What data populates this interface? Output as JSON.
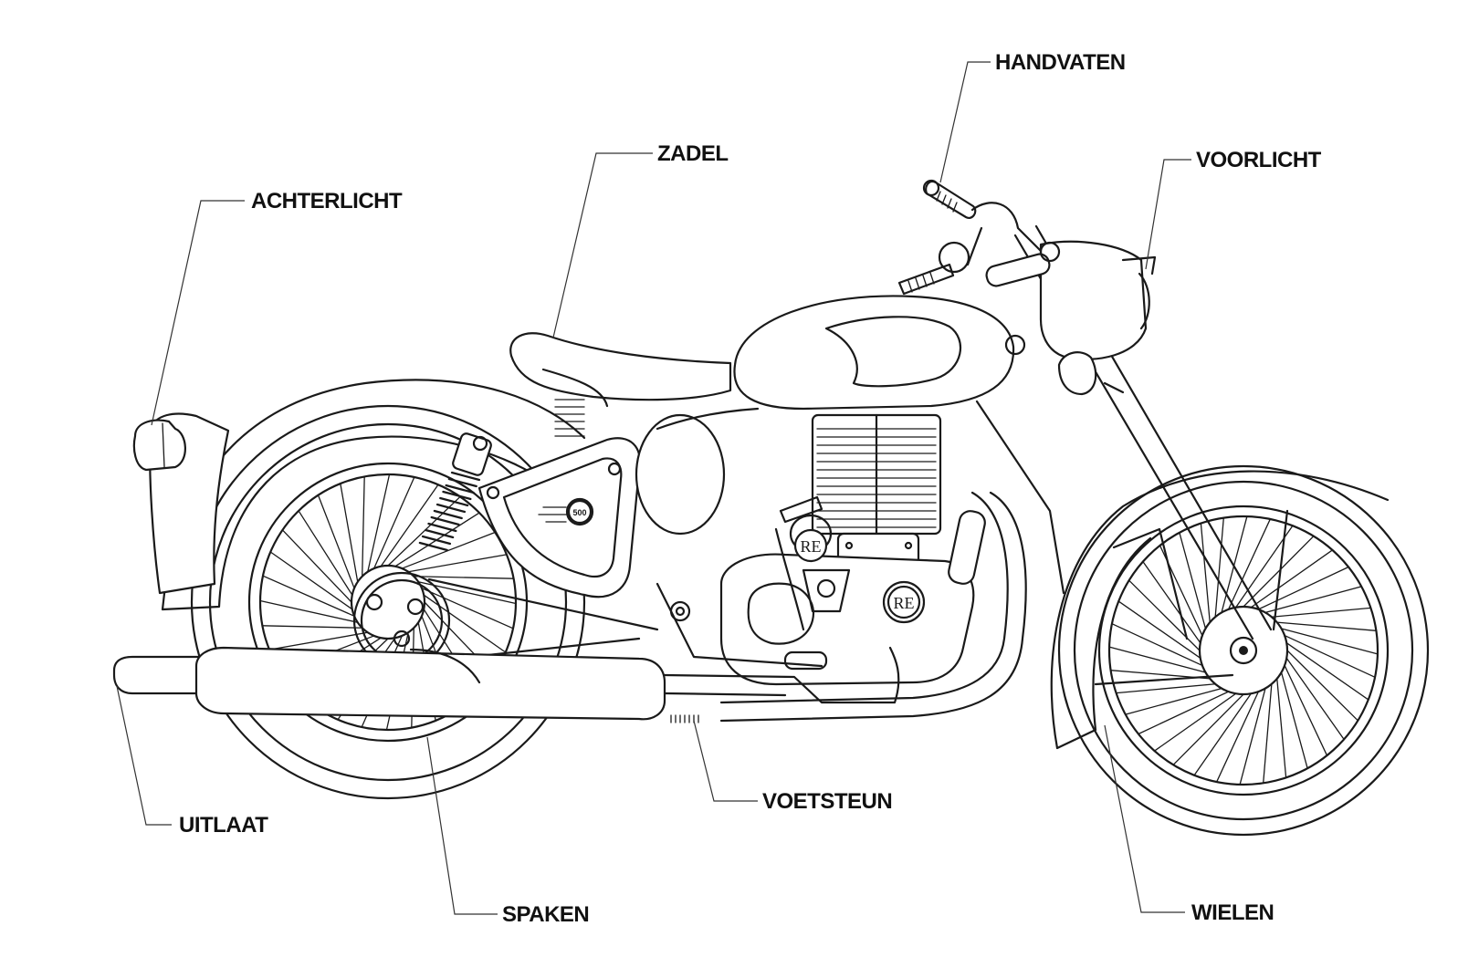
{
  "labels": {
    "handvaten": "HANDVATEN",
    "zadel": "ZADEL",
    "voorlicht": "VOORLICHT",
    "achterlicht": "ACHTERLICHT",
    "voetsteun": "VOETSTEUN",
    "uitlaat": "UITLAAT",
    "spaken": "SPAKEN",
    "wielen": "WIELEN"
  },
  "badges": {
    "tank_emblem": "500",
    "engine_logo": "RE"
  },
  "colors": {
    "ink": "#1a1a1a",
    "background": "#ffffff"
  }
}
